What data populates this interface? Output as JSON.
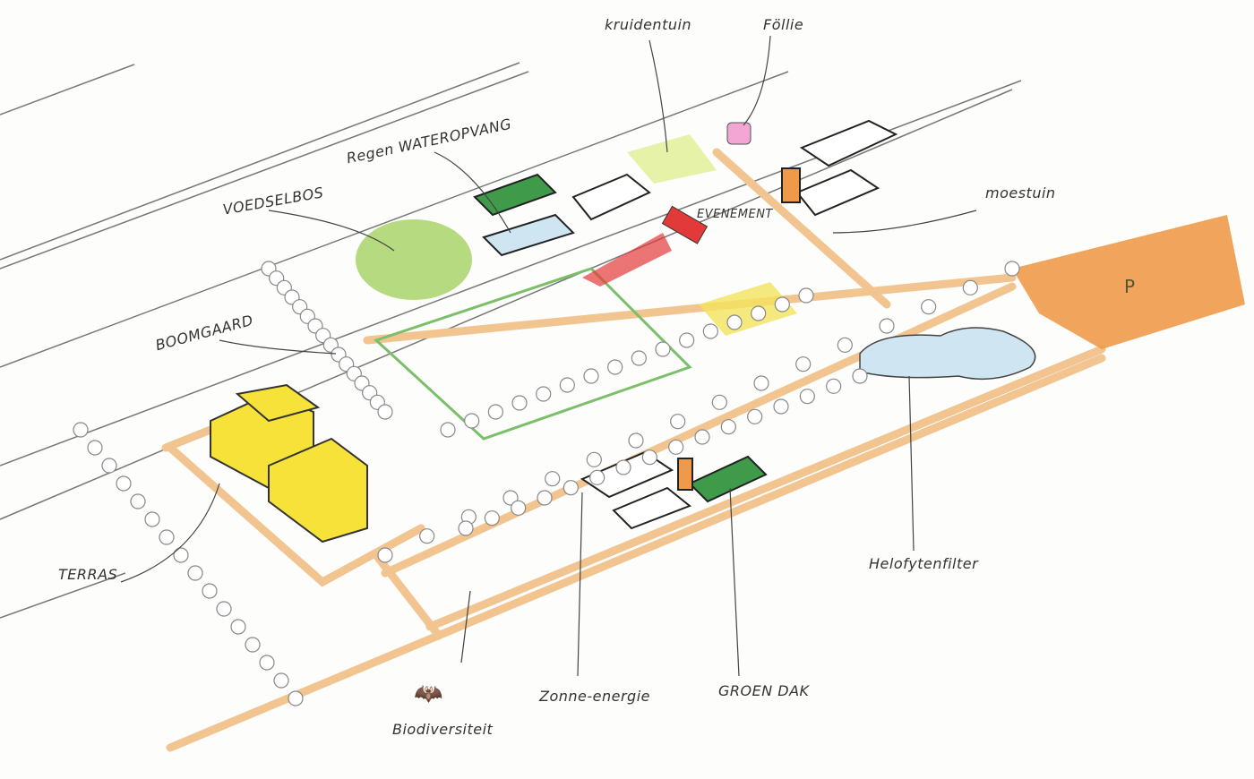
{
  "title": "Site sketch",
  "labels": {
    "kruidentuin": "kruidentuin",
    "follie": "Föllie",
    "regenwater": "Regen WATEROPVANG",
    "voedselbos": "VOEDSELBOS",
    "evenement": "EVENEMENT",
    "moestuin": "moestuin",
    "boomgaard": "BOOMGAARD",
    "parking": "P",
    "terras": "TERRAS",
    "biodiversiteit": "Biodiversiteit",
    "zonne": "Zonne-energie",
    "groendak": "GROEN DAK",
    "helofyten": "Helofytenfilter"
  },
  "colors": {
    "path": "#f2c48f",
    "building": "#f7e23a",
    "parking": "#ee9a4a",
    "pond": "#cfe6f2",
    "voedselbos": "#a9d36a",
    "kruidentuin": "#e6f2a8",
    "evenement": "#e23a3a",
    "follie": "#f3a6d3",
    "greenroof": "#3f9a4a",
    "crops": "#f2e45c"
  }
}
